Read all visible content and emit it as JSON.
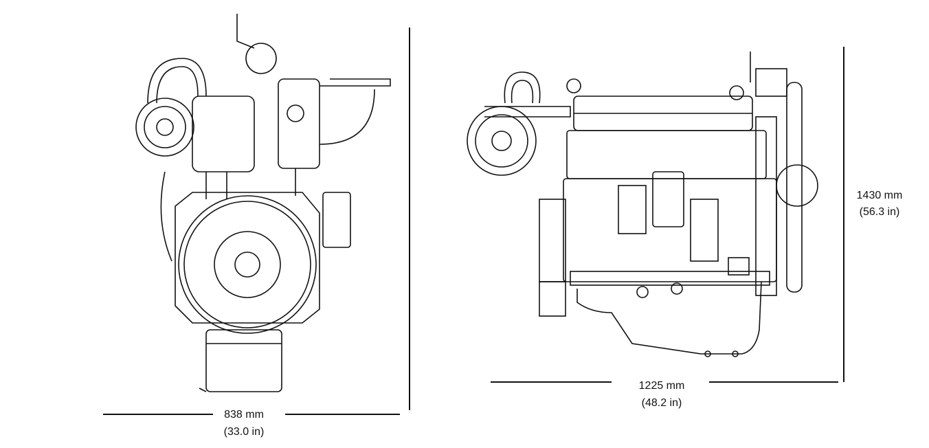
{
  "front_view": {
    "width_mm": "838 mm",
    "width_in": "(33.0 in)"
  },
  "side_view": {
    "length_mm": "1225 mm",
    "length_in": "(48.2 in)",
    "height_mm": "1430 mm",
    "height_in": "(56.3 in)"
  },
  "colors": {
    "line": "#111111",
    "background": "#ffffff"
  }
}
